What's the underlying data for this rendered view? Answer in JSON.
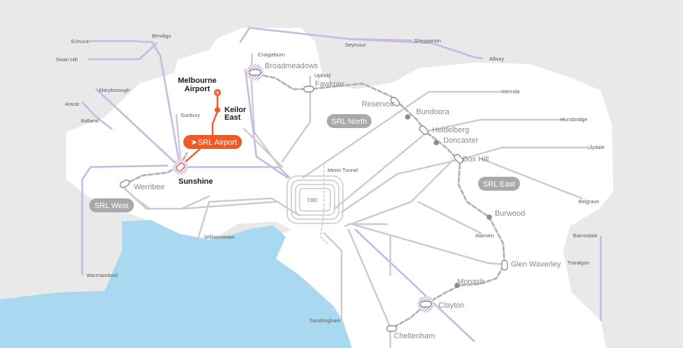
{
  "colors": {
    "water": "#a8d9f1",
    "land": "#ffffff",
    "background": "#e9e9ea",
    "metro_line": "#c7c7c9",
    "regional_line": "#c9b8e1",
    "srl_line": "#b3b3b3",
    "airport_line": "#f05a28",
    "hub": "#9a74c4"
  },
  "airport_badge": {
    "label": "SRL Airport",
    "icon": "plane-icon"
  },
  "pills": {
    "srl_north": "SRL North",
    "srl_east": "SRL East",
    "srl_west": "SRL West"
  },
  "metro_tunnel": "Metro Tunnel",
  "cbd": "CBD",
  "hubs": {
    "melbourne_airport": [
      "Melbourne",
      "Airport"
    ],
    "keilor_east": [
      "Keilor",
      "East"
    ],
    "sunshine": "Sunshine"
  },
  "srl_stations": {
    "broadmeadows": "Broadmeadows",
    "fawkner": "Fawkner",
    "reservoir": "Reservoir",
    "bundoora": "Bundoora",
    "heidelberg": "Heidelberg",
    "doncaster": "Doncaster",
    "box_hill": "Box Hill",
    "burwood": "Burwood",
    "glen_waverley": "Glen Waverley",
    "monash": "Monash",
    "clayton": "Clayton",
    "cheltenham": "Cheltenham",
    "werribee": "Werribee"
  },
  "termini": {
    "echuca": "Echuca",
    "bendigo": "Bendigo",
    "swan_hill": "Swan Hill",
    "maryborough": "Maryborough",
    "ararat": "Ararat",
    "ballarat": "Ballarat",
    "sunbury": "Sunbury",
    "craigieburn": "Craigieburn",
    "upfield": "Upfield",
    "seymour": "Seymour",
    "shepparton": "Shepparton",
    "albury": "Albury",
    "mernda": "Mernda",
    "hurstbridge": "Hurstbridge",
    "lilydale": "Lilydale",
    "belgrave": "Belgrave",
    "alamein": "Alamein",
    "williamstown": "Williamstown",
    "warrnambool": "Warrnambool",
    "sandringham": "Sandringham",
    "bairnsdale": "Bairnsdale",
    "traralgon": "Traralgon"
  }
}
